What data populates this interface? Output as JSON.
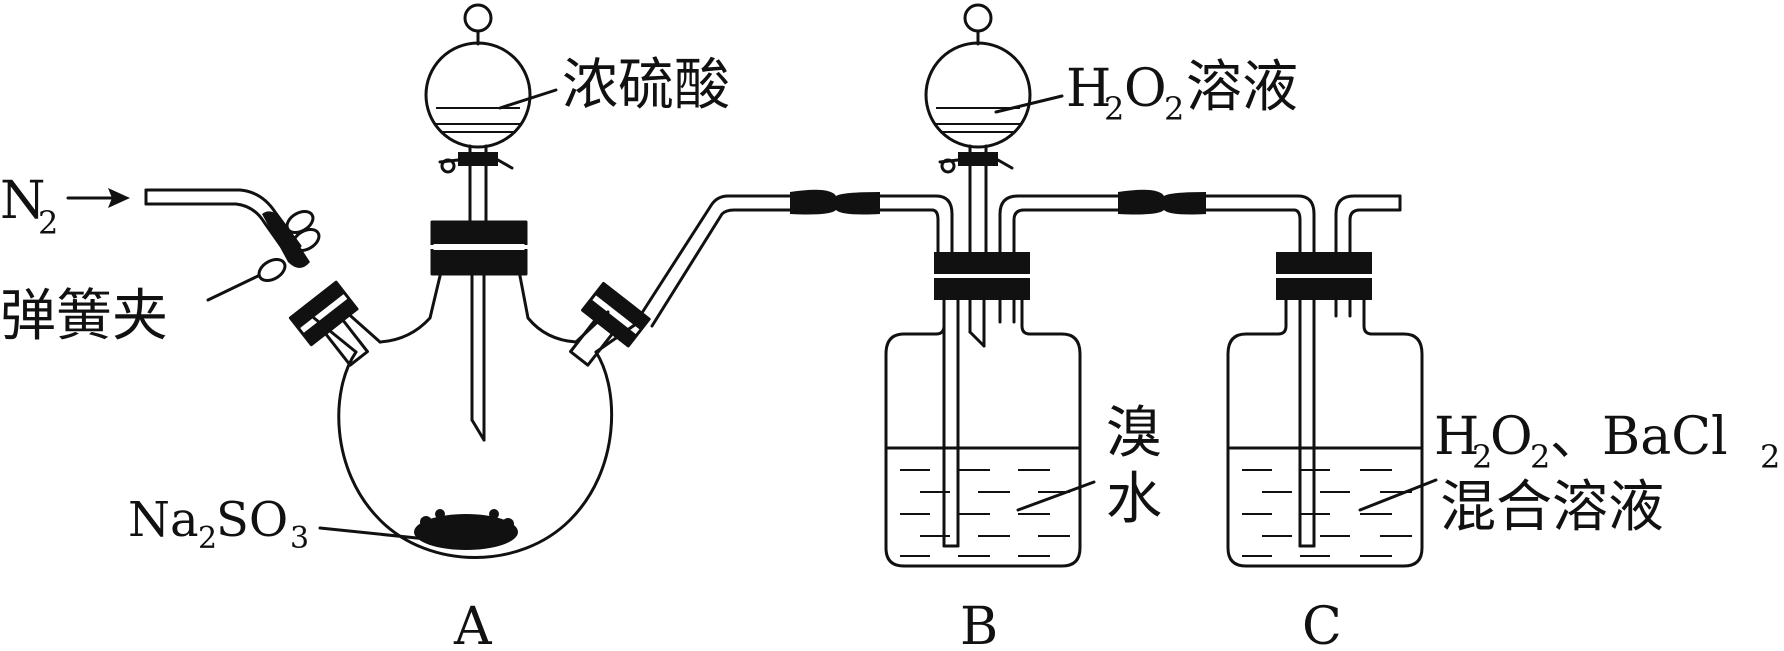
{
  "labels": {
    "n2": "N",
    "n2_sub": "2",
    "clamp": "弹簧夹",
    "acid": "浓硫酸",
    "h2o2_prefix": "H",
    "h2o2_sub1": "2",
    "h2o2_mid": "O",
    "h2o2_sub2": "2",
    "h2o2_suffix": "溶液",
    "na2so3_na": "Na",
    "na2so3_sub2": "2",
    "na2so3_so": "SO",
    "na2so3_sub3": "3",
    "bromine_1": "溴",
    "bromine_2": "水",
    "mix_line1_h": "H",
    "mix_line1_s1": "2",
    "mix_line1_o": "O",
    "mix_line1_s2": "2",
    "mix_line1_rest": "、BaCl",
    "mix_line1_s3": "2",
    "mix_line2": "混合溶液",
    "flask_a": "A",
    "bottle_b": "B",
    "bottle_c": "C"
  }
}
